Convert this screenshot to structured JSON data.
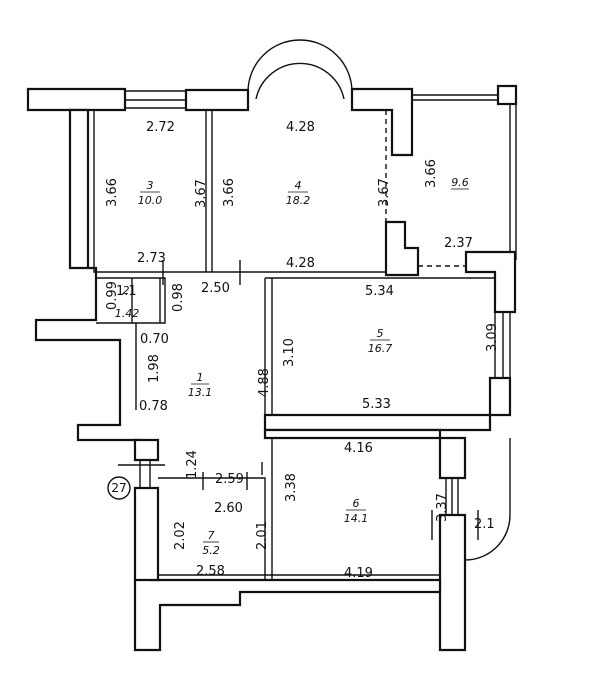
{
  "plan": {
    "badge": "27",
    "rooms": [
      {
        "no": "1",
        "area": "13.1"
      },
      {
        "no": "2",
        "area": "1.42"
      },
      {
        "no": "3",
        "area": "10.0"
      },
      {
        "no": "4",
        "area": "18.2"
      },
      {
        "no": "5",
        "area": "16.7"
      },
      {
        "no": "6",
        "area": "14.1"
      },
      {
        "no": "7",
        "area": "5.2"
      },
      {
        "no": "",
        "area": "9.6"
      }
    ],
    "dims": {
      "r3_top": "2.72",
      "r3_left": "3.66",
      "r3_right": "3.67",
      "r3_bottom": "2.73",
      "r4_top": "4.28",
      "r4_left": "3.66",
      "r4_right": "3.67",
      "r4_bottom": "4.28",
      "balcony_left": "3.66",
      "balcony_bottom": "2.37",
      "r2_left": "0.99",
      "r2_top": "1.1",
      "r2_right": "0.98",
      "hall_top": "2.50",
      "hall_a": "0.70",
      "hall_b": "1.98",
      "hall_c": "0.78",
      "hall_d": "1.24",
      "hall_right": "4.88",
      "hall_bottom": "2.59",
      "r5_top": "5.34",
      "r5_left": "3.10",
      "r5_right": "3.09",
      "r5_bottom": "5.33",
      "r6_top": "4.16",
      "r6_left": "3.38",
      "r6_right": "3.37",
      "r6_bottom": "4.19",
      "r6_ext": "2.1",
      "r7_top": "2.60",
      "r7_left": "2.02",
      "r7_right": "2.01",
      "r7_bottom": "2.58"
    }
  }
}
